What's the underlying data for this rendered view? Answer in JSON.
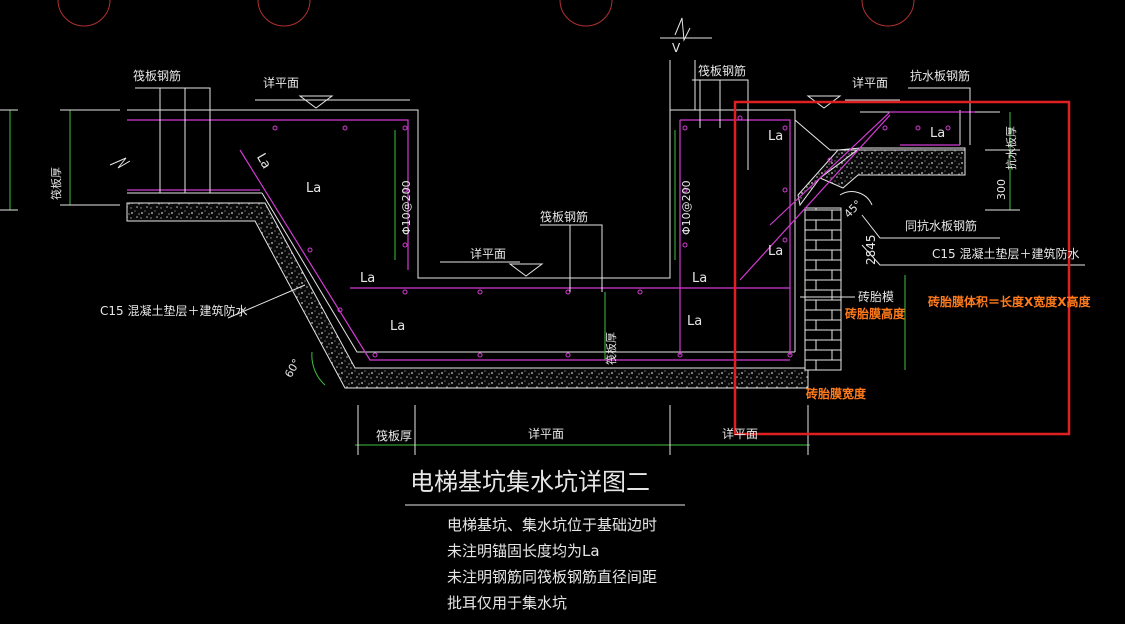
{
  "colors": {
    "background": "#000000",
    "line": "#e6e6e6",
    "rebar": "#d23bd2",
    "dimension": "#3fbf3f",
    "highlight": "#e02020",
    "annotation": "#ff7a1a"
  },
  "labels": {
    "raft_rebar_1": "筏板钢筋",
    "raft_rebar_2": "筏板钢筋",
    "raft_rebar_3": "筏板钢筋",
    "see_plan_1": "详平面",
    "see_plan_2": "详平面",
    "see_plan_3": "详平面",
    "anti_water_rebar": "抗水板钢筋",
    "same_anti_water_rebar": "同抗水板钢筋",
    "c15_left": "C15 混凝土垫层＋建筑防水",
    "c15_right": "C15 混凝土垫层＋建筑防水",
    "raft_thick_left": "筏板厚",
    "raft_thick_mid": "筏板厚",
    "raft_thick_bottom": "筏板厚",
    "anti_water_thick": "抗水板厚",
    "rebar_spec_1": "Φ10@200",
    "rebar_spec_2": "Φ10@200",
    "dim_300": "300",
    "dim_2845": "2845",
    "angle": "60°",
    "angle_45": "45°",
    "brick_mold": "砖胎模",
    "section_mark": "V",
    "la": "La",
    "side_text": "筏板厚"
  },
  "annotations": {
    "formula": "砖胎膜体积＝长度X宽度X高度",
    "height": "砖胎膜高度",
    "width": "砖胎膜宽度"
  },
  "title": {
    "main": "电梯基坑集水坑详图二",
    "notes": [
      "电梯基坑、集水坑位于基础边时",
      "未注明锚固长度均为La",
      "未注明钢筋同筏板钢筋直径间距",
      "批耳仅用于集水坑"
    ]
  }
}
